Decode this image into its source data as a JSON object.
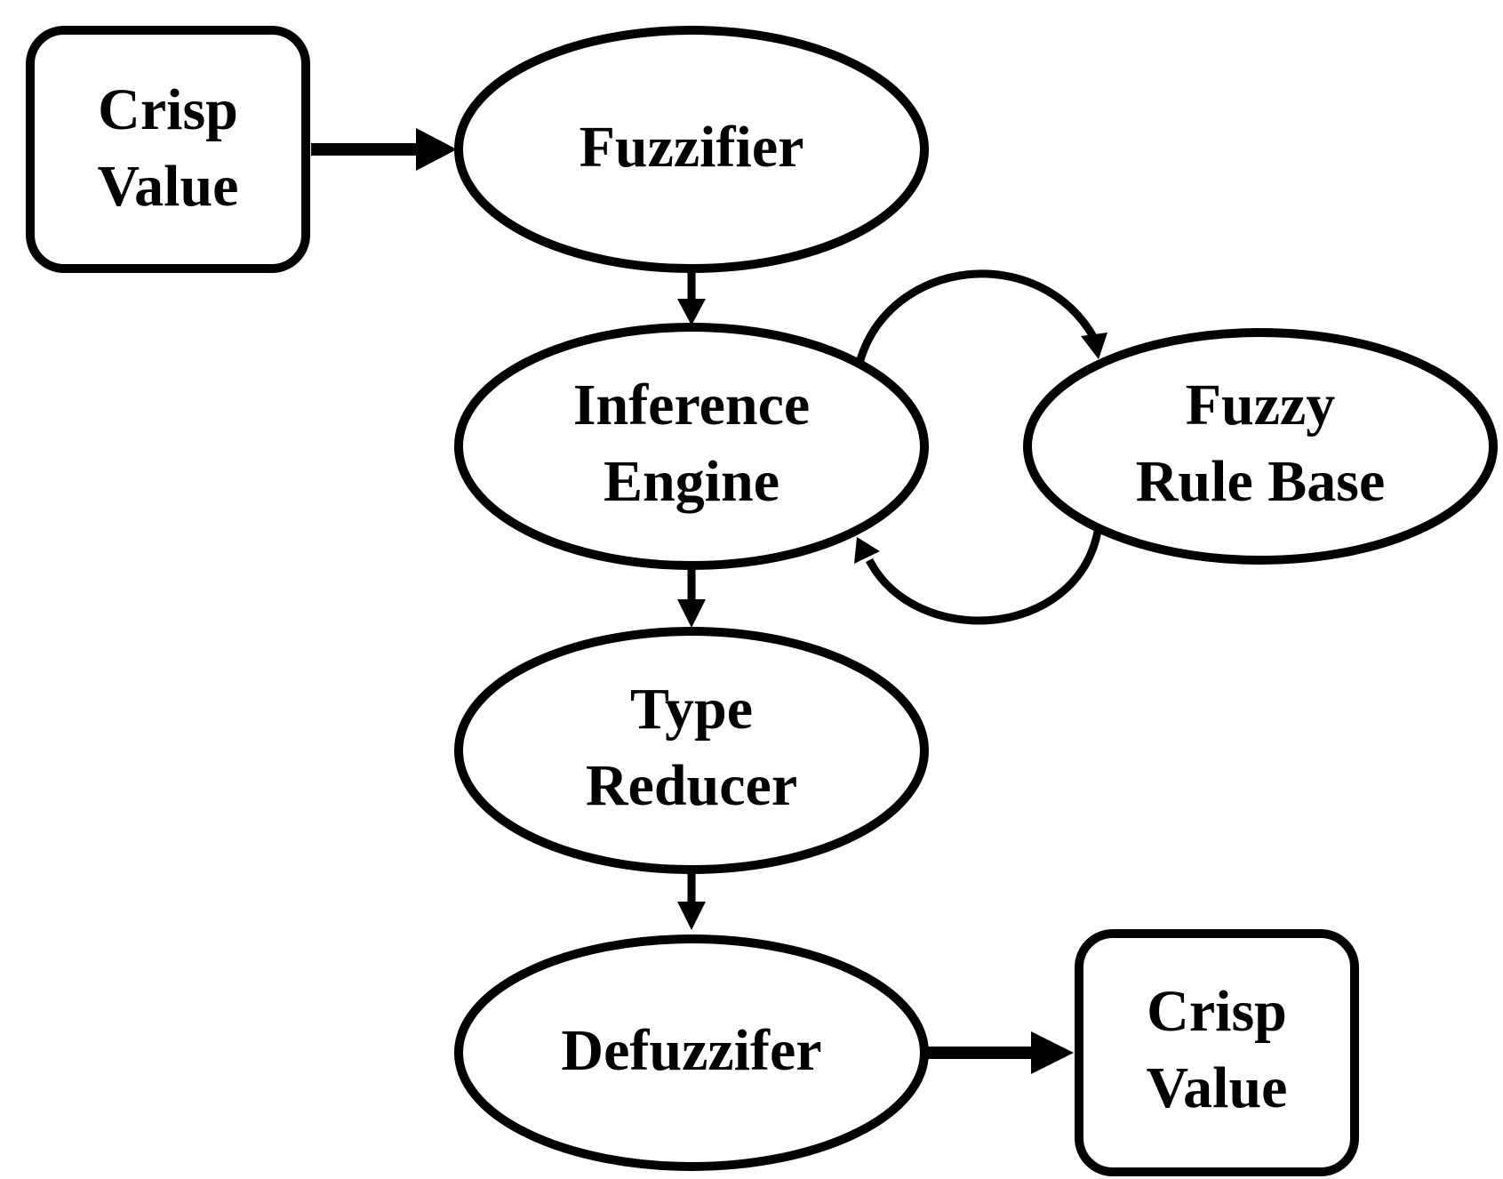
{
  "diagram": {
    "nodes": {
      "crisp_input": {
        "line1": "Crisp",
        "line2": "Value"
      },
      "fuzzifier": {
        "label": "Fuzzifier"
      },
      "inference_engine": {
        "line1": "Inference",
        "line2": "Engine"
      },
      "fuzzy_rule_base": {
        "line1": "Fuzzy",
        "line2": "Rule Base"
      },
      "type_reducer": {
        "line1": "Type",
        "line2": "Reducer"
      },
      "defuzzifier": {
        "label": "Defuzzifer"
      },
      "crisp_output": {
        "line1": "Crisp",
        "line2": "Value"
      }
    },
    "edges": [
      {
        "from": "crisp_input",
        "to": "fuzzifier"
      },
      {
        "from": "fuzzifier",
        "to": "inference_engine"
      },
      {
        "from": "inference_engine",
        "to": "fuzzy_rule_base"
      },
      {
        "from": "fuzzy_rule_base",
        "to": "inference_engine"
      },
      {
        "from": "inference_engine",
        "to": "type_reducer"
      },
      {
        "from": "type_reducer",
        "to": "defuzzifier"
      },
      {
        "from": "defuzzifier",
        "to": "crisp_output"
      }
    ]
  }
}
